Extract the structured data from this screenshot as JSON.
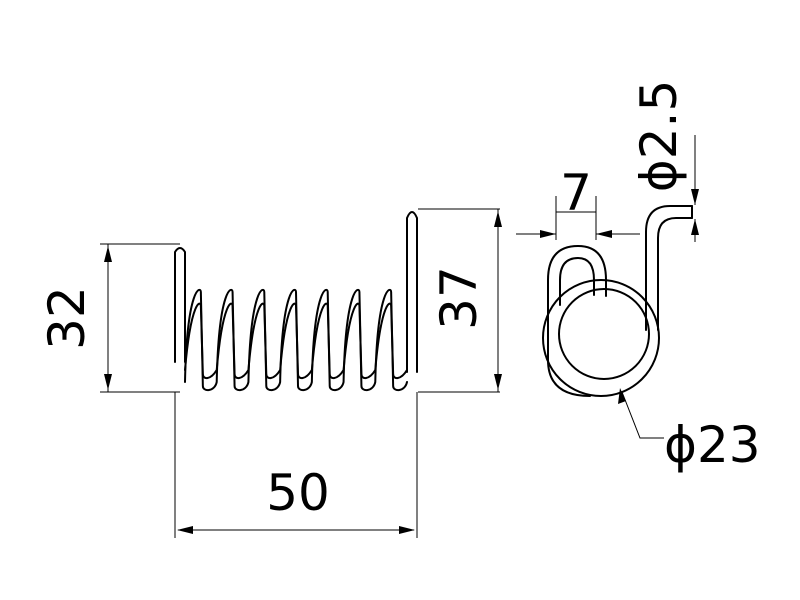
{
  "drawing": {
    "dimensions": {
      "coil_height": "32",
      "leg_height": "37",
      "body_length": "50",
      "leg_gap": "7",
      "wire_diameter": "ϕ2.5",
      "coil_diameter": "ϕ23"
    },
    "coil_turns": 7,
    "colors": {
      "line": "#000000",
      "background": "#ffffff"
    }
  }
}
